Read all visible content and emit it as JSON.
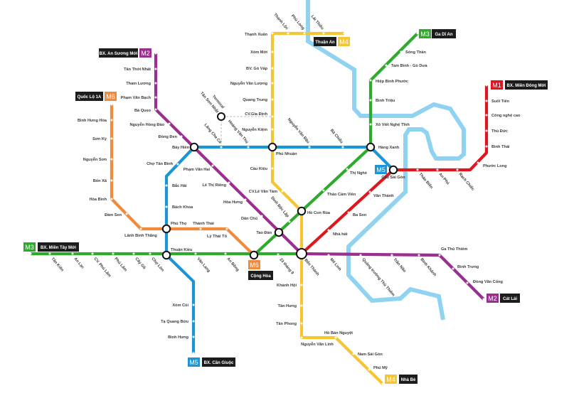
{
  "map": {
    "river_color": "#8fd3f0",
    "lines": {
      "M1": {
        "badge": "M1",
        "color": "#e0161e",
        "terminals": [
          "BX. Miền Đông Mới"
        ],
        "stations": [
          "Nhà hát",
          "Ba Son",
          "Văn Thánh",
          "Thảo Điền",
          "An Phú",
          "Rạch Chiếc",
          "Phước Long",
          "Bình Thái",
          "Thủ Đức",
          "Công nghệ cao",
          "Suối Tiên"
        ]
      },
      "M2": {
        "badge": "M2",
        "color": "#9b2f8f",
        "terminals": [
          "BX. An Sương Mới",
          "Cát Lái"
        ],
        "stations": [
          "Tân Thới Nhất",
          "Tham Lương",
          "Phạm Văn Bạch",
          "Bà Quẹo",
          "Nguyễn Hồng Đào",
          "Đồng Đen",
          "Phạm Văn Hai",
          "Lê Thị Riêng",
          "Hòa Hưng",
          "Dân Chủ",
          "Mê Linh",
          "Quảng trường Thủ Thiêm",
          "Trần Não",
          "Bình Khánh",
          "Ga Thủ Thiêm",
          "Bình Trưng",
          "Đồng Văn Cống"
        ]
      },
      "M3": {
        "badge": "M3",
        "color": "#2eaa2c",
        "terminals": [
          "BX. Miền Tây Mới",
          "Ga Dĩ An"
        ],
        "stations": [
          "Tân Kiên",
          "An Lạc",
          "CV. Phú Lâm",
          "Phú Lâm",
          "Cây Gõ",
          "Chợ Lớn",
          "Văn Lang",
          "An Đông",
          "23 tháng 9",
          "Dinh Độc Lập",
          "Thảo Cầm Viên",
          "Thị Nghè",
          "Xô Viết Nghệ Tĩnh",
          "Bình Triệu",
          "Hiệp Bình Phước",
          "Tam Bình - Gò Dưa",
          "Sóng Thần"
        ]
      },
      "M4": {
        "badge": "M4",
        "color": "#f7c531",
        "terminals": [
          "Thuận An",
          "Nhà Bè"
        ],
        "stations": [
          "Thạnh Lộc",
          "Phú Long",
          "Lái Thiêu",
          "Thạnh Xuân",
          "Xóm Mới",
          "BV. Gò Vấp",
          "Nguyễn Văn Lượng",
          "Quang Trung",
          "CV.Gia Định",
          "Nguyễn Kiệm",
          "Cầu Kiệu",
          "CV.Lê Văn Tám",
          "Khánh Hội",
          "Tân Hưng",
          "Tân Phong",
          "Nguyễn Văn Linh",
          "Hồ Bán Nguyệt",
          "Nam Sài Gòn",
          "Phú Mỹ"
        ]
      },
      "M5": {
        "badge": "M5",
        "color": "#1b95d5",
        "terminals": [
          "BX. Cần Giuộc"
        ],
        "stations": [
          "Lăng Cha Cả",
          "Hoàng Văn Thụ",
          "Nguyễn Văn Đậu",
          "Bà Chiểu",
          "Chợ Tân Bình",
          "Bắc Hải",
          "Bách Khoa",
          "Xóm Củi",
          "Tạ Quang Bửu",
          "Bình Hưng"
        ]
      },
      "M6": {
        "badge": "M6",
        "color": "#f08a3c",
        "terminals": [
          "Quốc Lộ 1A",
          "Cộng Hòa"
        ],
        "stations": [
          "Bình Hưng Hòa",
          "Sơn Kỳ",
          "Nguyễn Sơn",
          "Bốn Xã",
          "Hòa Bình",
          "Đầm Sen",
          "Lãnh Binh Thăng",
          "Thành Thái",
          "Lý Thái Tổ"
        ]
      }
    },
    "interchanges": [
      "Bảy Hiền",
      "Phú Nhuận",
      "Hàng Xanh",
      "Cầu Sài Gòn",
      "Phú Thọ",
      "Thuận Kiều",
      "Tao Đàn",
      "Hồ Con Rùa",
      "Bến Thành",
      "Cộng Hòa"
    ],
    "airport": {
      "line1": "Terminal",
      "line2": "Tân Sơn Nhất"
    }
  }
}
